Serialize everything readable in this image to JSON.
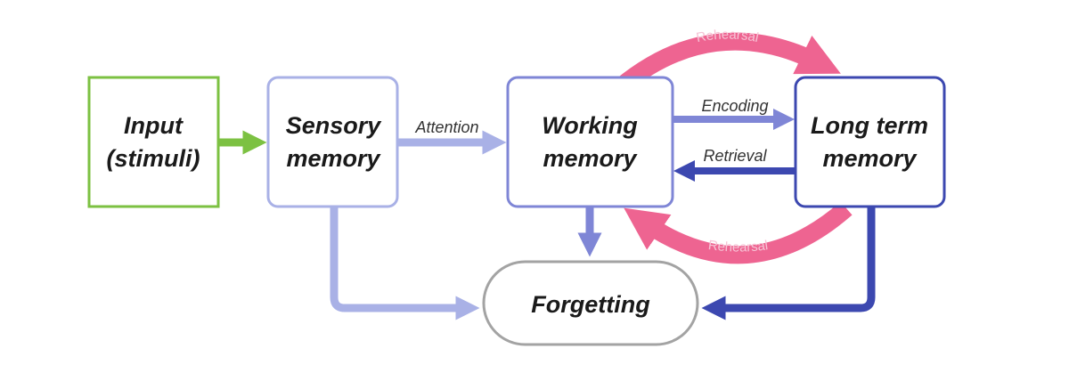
{
  "nodes": {
    "input": {
      "line1": "Input",
      "line2": "(stimuli)"
    },
    "sensory": {
      "line1": "Sensory",
      "line2": "memory"
    },
    "working": {
      "line1": "Working",
      "line2": "memory"
    },
    "longterm": {
      "line1": "Long term",
      "line2": "memory"
    },
    "forgetting": {
      "label": "Forgetting"
    }
  },
  "edges": {
    "attention": "Attention",
    "encoding": "Encoding",
    "retrieval": "Retrieval",
    "rehearsal_top": "Rehearsal",
    "rehearsal_bottom": "Rehearsal"
  },
  "colors": {
    "input": "#7cc142",
    "sensory": "#a9b1e6",
    "working": "#7f86d6",
    "longterm": "#3c48b0",
    "rehearsal": "#ee6491",
    "forgetting": "#a3a3a3"
  }
}
